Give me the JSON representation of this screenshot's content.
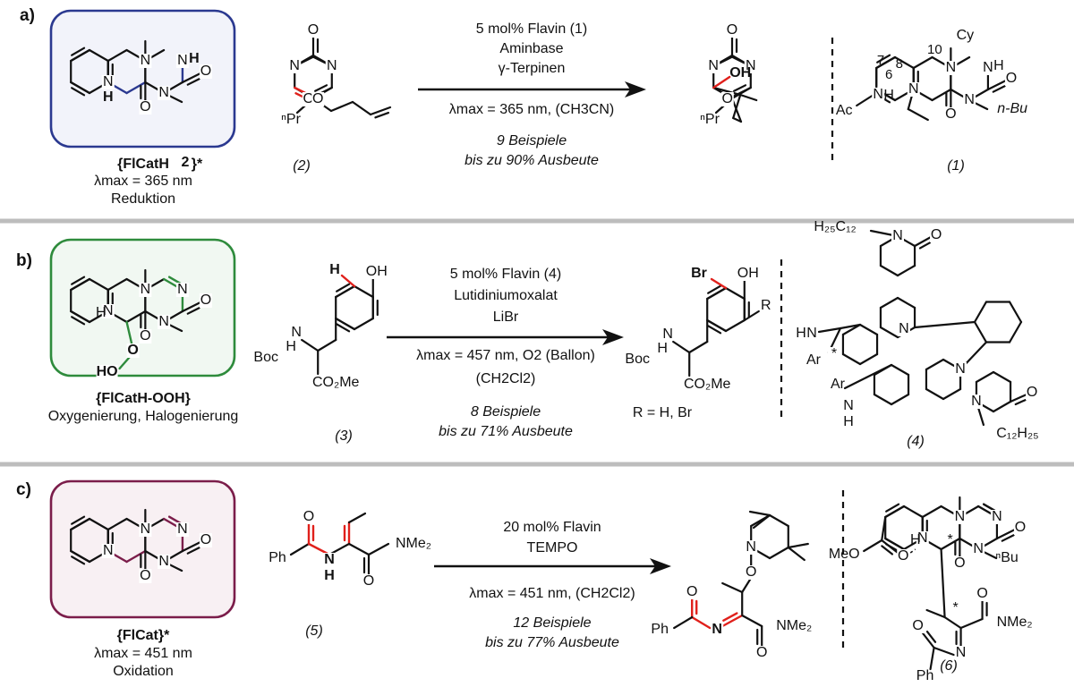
{
  "colors": {
    "a": "#2b3990",
    "b": "#2e8b3c",
    "c": "#7b1d4a",
    "highlight": "#e0201b",
    "separator": "#bdbdbd"
  },
  "panels": [
    {
      "label": "a)",
      "catalyst_name": "{FlCatH",
      "catalyst_sub": "2",
      "catalyst_suffix": "}*",
      "lambda": "λmax = 365 nm",
      "mode": "Reduktion",
      "substrate_number": "(2)",
      "conditions": [
        "5 mol% Flavin (1)",
        "Aminbase",
        "γ-Terpinen",
        "λmax = 365 nm, (CH3CN)"
      ],
      "scope": [
        "9 Beispiele",
        "bis zu 90% Ausbeute"
      ],
      "catalyst_number": "(1)"
    },
    {
      "label": "b)",
      "catalyst_name": "{FlCatH-OOH}",
      "mode": "Oxygenierung, Halogenierung",
      "substrate_number": "(3)",
      "conditions": [
        "5 mol% Flavin (4)",
        "Lutidiniumoxalat",
        "LiBr",
        "λmax = 457 nm, O2 (Ballon)",
        "(CH2Cl2)"
      ],
      "scope": [
        "8 Beispiele",
        "bis zu 71% Ausbeute"
      ],
      "r_group": "R = H, Br",
      "catalyst_number": "(4)"
    },
    {
      "label": "c)",
      "catalyst_name": "{FlCat}*",
      "lambda": "λmax = 451 nm",
      "mode": "Oxidation",
      "substrate_number": "(5)",
      "conditions": [
        "20 mol% Flavin",
        "TEMPO",
        "λmax = 451 nm, (CH2Cl2)"
      ],
      "scope": [
        "12 Beispiele",
        "bis zu 77% Ausbeute"
      ],
      "catalyst_number": "(6)"
    }
  ],
  "atoms": {
    "N": "N",
    "H": "H",
    "O": "O",
    "OH": "OH",
    "Br": "Br",
    "R": "R",
    "Cy": "Cy",
    "Ac": "Ac",
    "Ph": "Ph",
    "Ar": "Ar",
    "Boc": "Boc",
    "Me": "Me",
    "nBu": "n-Bu",
    "CO2Me": "CO₂Me",
    "NMe2": "NMe₂",
    "MeO": "MeO",
    "HO": "HO",
    "C12H25": "C₁₂H₂₅",
    "H25C12": "H₂₅C₁₂",
    "nPr": "ⁿPr",
    "Bu_n": "ⁿBu",
    "star": "*",
    "pos10": "10",
    "pos8": "8",
    "pos7": "7",
    "pos6": "6"
  }
}
